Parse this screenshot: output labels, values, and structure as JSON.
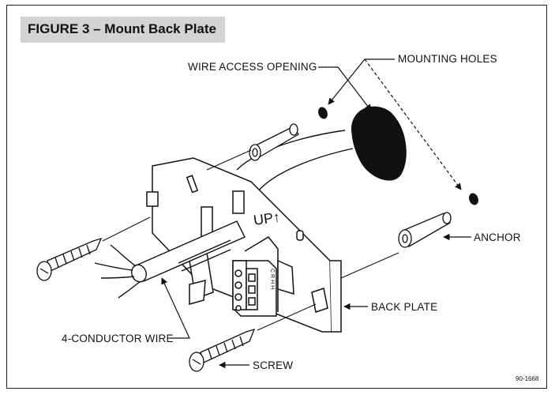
{
  "figure": {
    "title": "FIGURE 3 – Mount Back Plate",
    "code": "90-1668"
  },
  "labels": {
    "wire_access_opening": "WIRE ACCESS OPENING",
    "mounting_holes": "MOUNTING HOLES",
    "anchor": "ANCHOR",
    "back_plate": "BACK PLATE",
    "four_conductor_wire": "4-CONDUCTOR WIRE",
    "screw": "SCREW"
  },
  "plate": {
    "up_marking": "UP↑",
    "terminal_letters": "CRHH"
  },
  "icons": {
    "arrow": "arrowhead-icon"
  }
}
